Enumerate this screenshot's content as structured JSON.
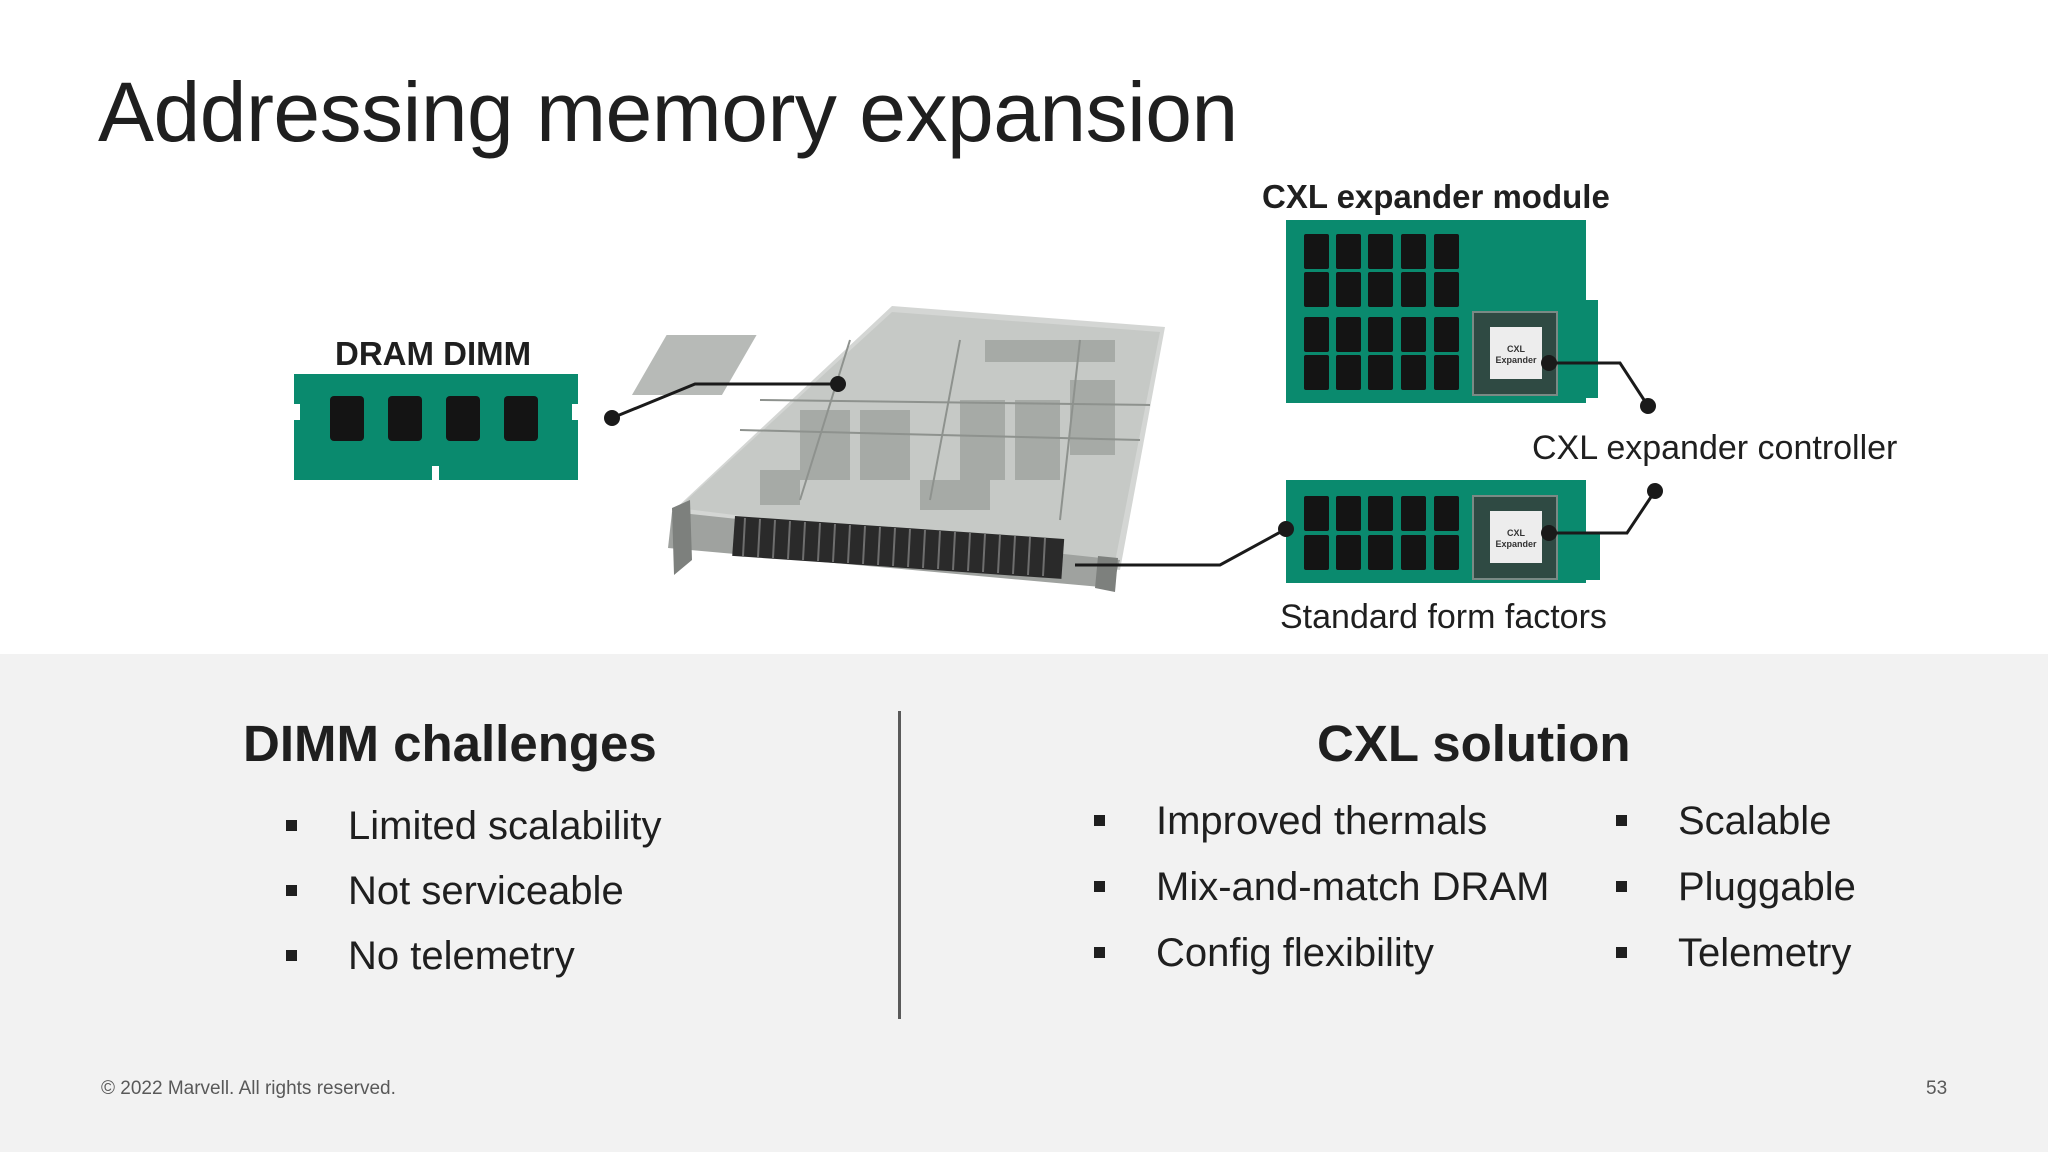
{
  "slide": {
    "title": "Addressing memory expansion",
    "page_number": "53"
  },
  "diagram": {
    "dram_label": "DRAM DIMM",
    "cxl_module_label": "CXL expander module",
    "controller_label": "CXL expander controller",
    "form_factor_label": "Standard form factors",
    "chip_text_line1": "CXL",
    "chip_text_line2": "Expander",
    "colors": {
      "pcb_green": "#0a8a6e",
      "chip_dark": "#141414",
      "connector": "#1a1a1a"
    }
  },
  "dimm_challenges": {
    "heading": "DIMM challenges",
    "items": [
      "Limited scalability",
      "Not serviceable",
      "No telemetry"
    ]
  },
  "cxl_solution": {
    "heading": "CXL solution",
    "col1": [
      "Improved thermals",
      "Mix-and-match DRAM",
      "Config flexibility"
    ],
    "col2": [
      "Scalable",
      "Pluggable",
      "Telemetry"
    ]
  },
  "footer": {
    "copyright": "© 2022 Marvell. All rights reserved."
  }
}
